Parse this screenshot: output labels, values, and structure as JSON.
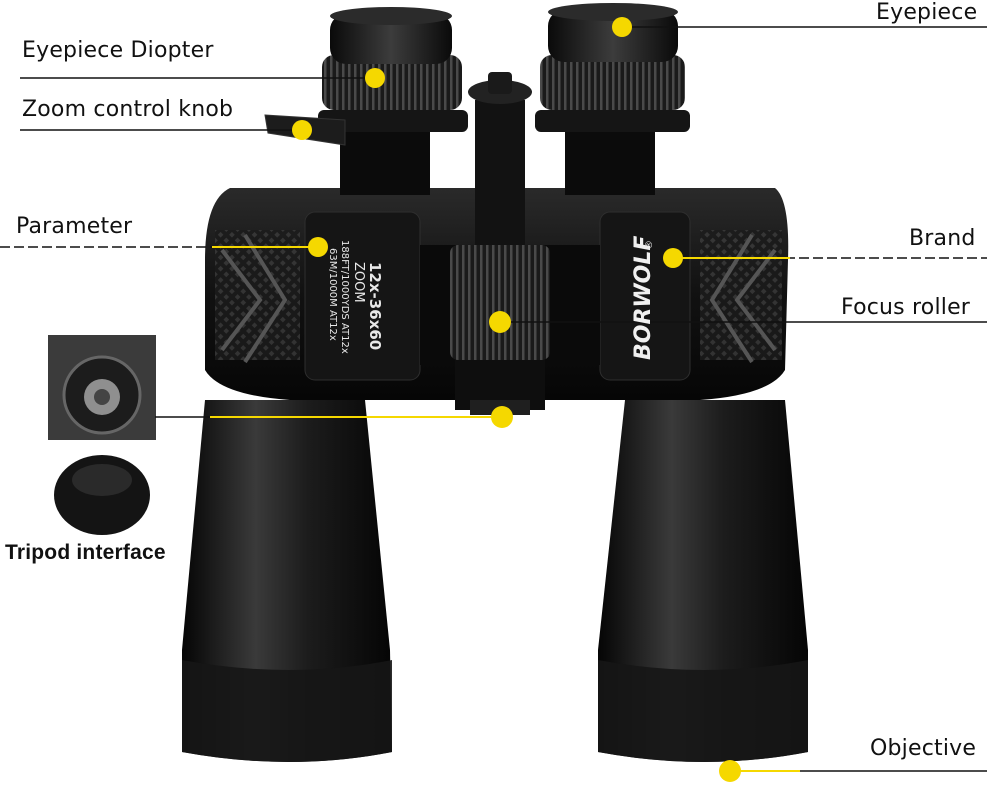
{
  "labels": {
    "eyepiece": "Eyepiece",
    "eyepiece_diopter": "Eyepiece Diopter",
    "zoom_control_knob": "Zoom control knob",
    "parameter": "Parameter",
    "brand": "Brand",
    "focus_roller": "Focus roller",
    "tripod_interface": "Tripod interface",
    "objective": "Objective"
  },
  "product_text": {
    "brand_name": "BORWOLF",
    "registered_mark": "®",
    "model": "12x-36x60",
    "zoom": "ZOOM",
    "spec_line_1": "188FT/1000YDS AT12x",
    "spec_line_2": "63M/1000M AT12x"
  },
  "colors": {
    "marker": "#f5d800",
    "body": "#0d0d0d",
    "line": "#111111"
  }
}
